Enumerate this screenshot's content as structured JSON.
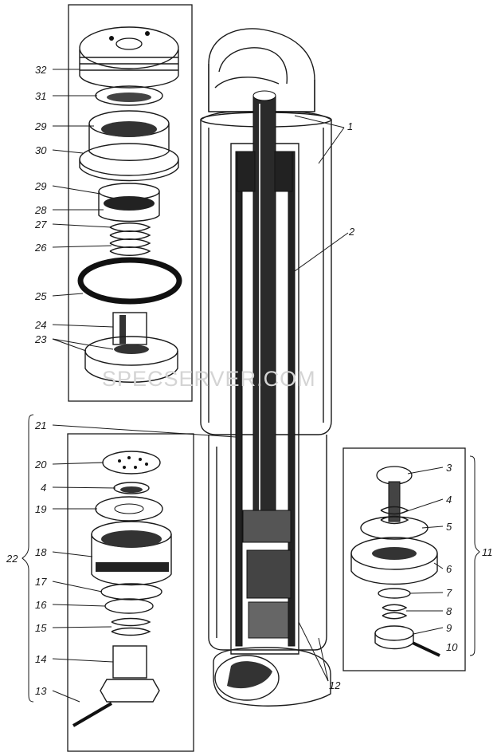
{
  "watermark": "SPECSERVER.COM",
  "callouts": [
    "32",
    "31",
    "29",
    "30",
    "29",
    "28",
    "27",
    "26",
    "25",
    "24",
    "23",
    "21",
    "20",
    "4",
    "19",
    "22",
    "18",
    "17",
    "16",
    "15",
    "14",
    "13",
    "1",
    "2",
    "3",
    "4",
    "5",
    "11",
    "6",
    "7",
    "8",
    "9",
    "10",
    "12"
  ]
}
